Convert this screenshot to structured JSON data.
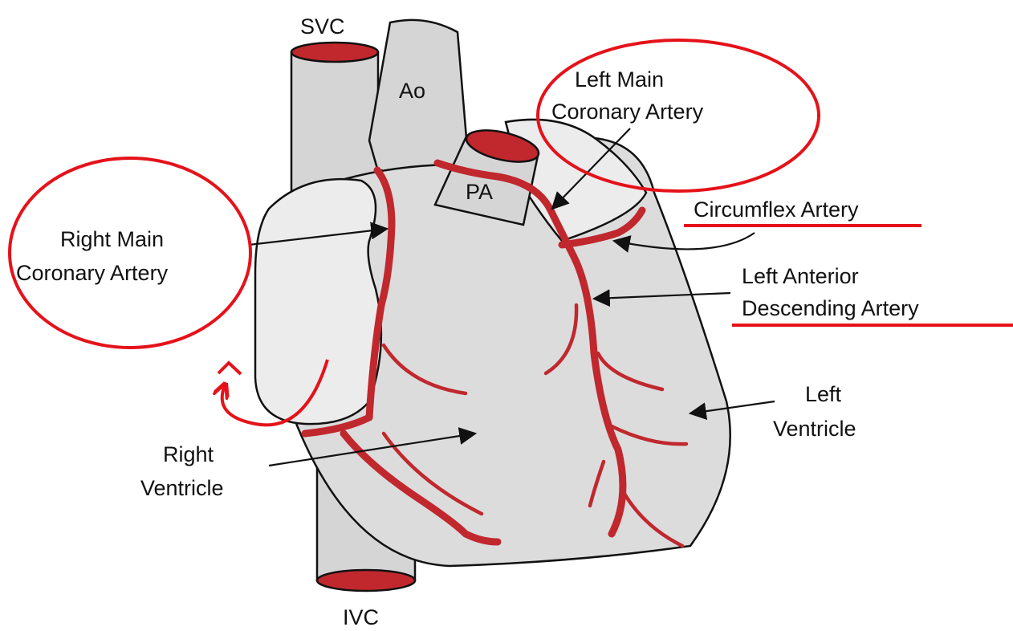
{
  "labels": {
    "svc": "SVC",
    "ao": "Ao",
    "pa": "PA",
    "ivc": "IVC",
    "lmca_1": "Left Main",
    "lmca_2": "Coronary Artery",
    "circumflex": "Circumflex Artery",
    "rmca_1": "Right Main",
    "rmca_2": "Coronary Artery",
    "lad_1": "Left Anterior",
    "lad_2": "Descending Artery",
    "lv_1": "Left",
    "lv_2": "Ventricle",
    "rv_1": "Right",
    "rv_2": "Ventricle"
  },
  "colors": {
    "artery": "#c0282d",
    "annotation": "#e5121a",
    "tissue": "#dcdcdd"
  }
}
